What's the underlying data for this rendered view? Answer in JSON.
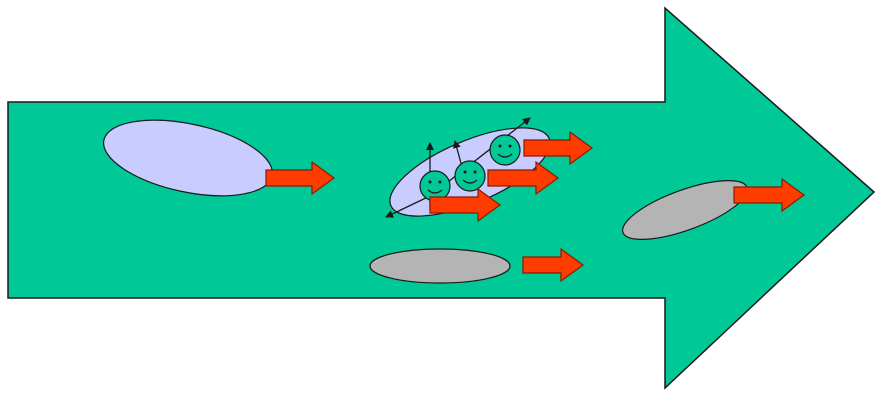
{
  "diagram": {
    "colors": {
      "background": "#ffffff",
      "main_arrow_fill": "#00c896",
      "main_arrow_stroke": "#1a1a1a",
      "lavender_fill": "#c8ccff",
      "gray_fill": "#b4b4b4",
      "small_arrow_fill": "#ff3c00",
      "small_arrow_stroke": "#8b1a00",
      "face_fill": "#00c896",
      "outline": "#1a1a1a"
    },
    "icons": {
      "main_arrow": "right-block-arrow",
      "small_arrows": "right-arrow",
      "faces": "smiley-face",
      "vectors": "arrow-line"
    }
  }
}
